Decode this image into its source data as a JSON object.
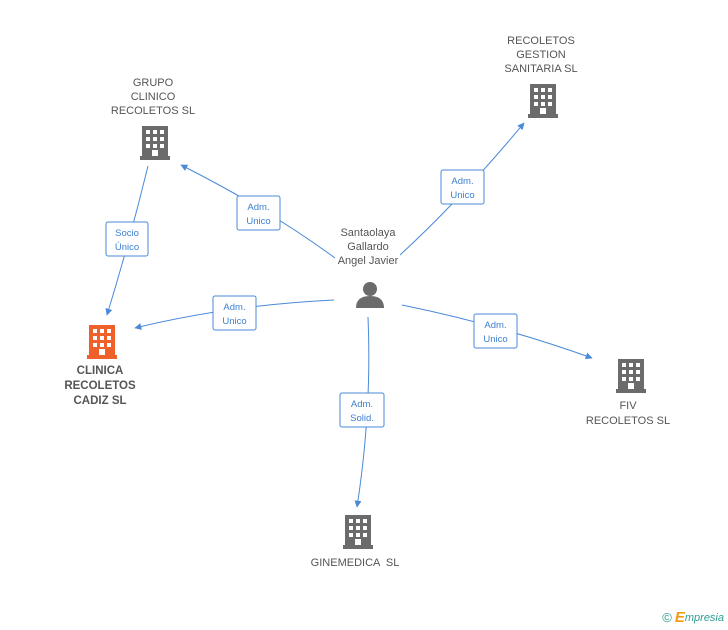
{
  "person": {
    "name_lines": [
      "Santaolaya",
      "Gallardo",
      "Angel Javier"
    ],
    "icon": "person-icon"
  },
  "companies": [
    {
      "id": "grupo",
      "lines": [
        "GRUPO",
        "CLINICO",
        "RECOLETOS SL"
      ],
      "icon": "building-icon",
      "highlight": false
    },
    {
      "id": "gestion",
      "lines": [
        "RECOLETOS",
        "GESTION",
        "SANITARIA SL"
      ],
      "icon": "building-icon",
      "highlight": false
    },
    {
      "id": "cadiz",
      "lines": [
        "CLINICA",
        "RECOLETOS",
        "CADIZ SL"
      ],
      "icon": "building-icon",
      "highlight": true
    },
    {
      "id": "fiv",
      "lines": [
        "FIV",
        "RECOLETOS SL"
      ],
      "icon": "building-icon",
      "highlight": false
    },
    {
      "id": "ginemedica",
      "lines": [
        "GINEMEDICA  SL"
      ],
      "icon": "building-icon",
      "highlight": false
    }
  ],
  "edges": [
    {
      "id": "to-grupo",
      "label_lines": [
        "Adm.",
        "Unico"
      ]
    },
    {
      "id": "to-gestion",
      "label_lines": [
        "Adm.",
        "Unico"
      ]
    },
    {
      "id": "to-cadiz",
      "label_lines": [
        "Adm.",
        "Unico"
      ]
    },
    {
      "id": "to-fiv",
      "label_lines": [
        "Adm.",
        "Unico"
      ]
    },
    {
      "id": "to-ginemedica",
      "label_lines": [
        "Adm.",
        "Solid."
      ]
    },
    {
      "id": "grupo-to-cadiz",
      "label_lines": [
        "Socio",
        "Único"
      ]
    }
  ],
  "colors": {
    "edge": "#4a8ad8",
    "node_icon": "#6b6b6b",
    "highlight_icon": "#f0602a",
    "label_text": "#555555"
  },
  "footer": {
    "copyright_symbol": "©",
    "brand_first": "E",
    "brand_rest": "mpresia"
  }
}
